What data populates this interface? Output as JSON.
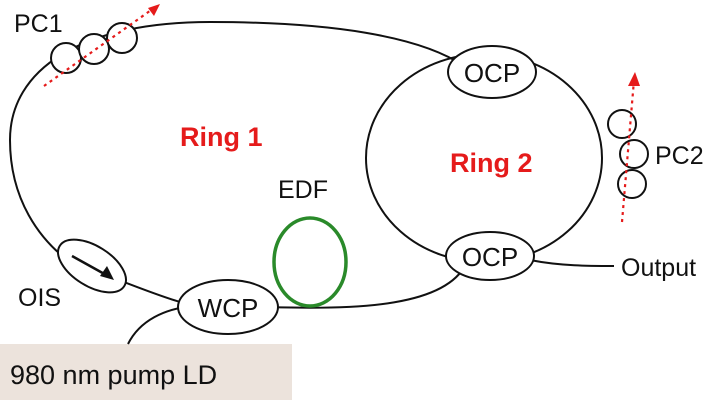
{
  "labels": {
    "pc1": "PC1",
    "pc2": "PC2",
    "ring1": "Ring 1",
    "ring2": "Ring 2",
    "edf": "EDF",
    "ocp_top": "OCP",
    "ocp_bottom": "OCP",
    "wcp": "WCP",
    "ois": "OIS",
    "output": "Output",
    "pump": "980 nm pump LD"
  },
  "colors": {
    "ring_label": "#e51b1b",
    "edf": "#2a8a2a",
    "pump_box": "#ece3dc",
    "line": "#111111"
  }
}
